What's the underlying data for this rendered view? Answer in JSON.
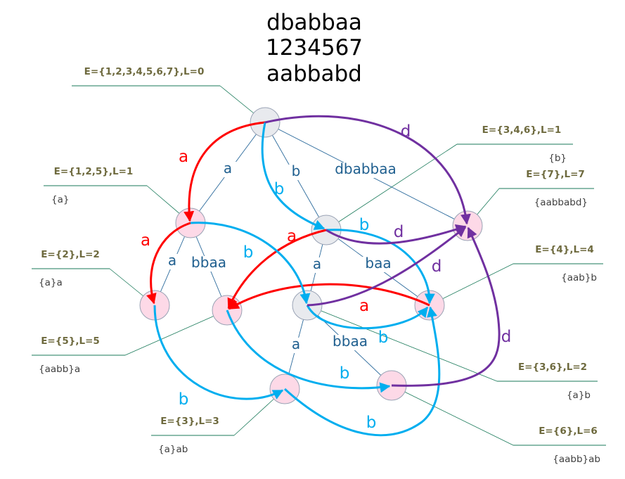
{
  "title": [
    "dbabbaa",
    "1234567",
    "aabbabd"
  ],
  "colors": {
    "a": "#ff0000",
    "b": "#00aeef",
    "d": "#7030a0",
    "tree": "#2b6a9c",
    "leader": "#1a7a5a",
    "node_gray": "#e8eaee",
    "node_pink": "#fdd9e7"
  },
  "nodes": [
    {
      "id": "n0",
      "kind": "gray",
      "label": "E={1,2,3,4,5,6,7},L=0",
      "sub": ""
    },
    {
      "id": "n1",
      "kind": "pink",
      "label": "E={1,2,5},L=1",
      "sub": "{a}"
    },
    {
      "id": "n2",
      "kind": "pink",
      "label": "E={2},L=2",
      "sub": "{a}a"
    },
    {
      "id": "n3",
      "kind": "gray",
      "label": "E={3,4,6},L=1",
      "sub": "{b}"
    },
    {
      "id": "n4",
      "kind": "pink",
      "label": "E={4},L=4",
      "sub": "{aab}b"
    },
    {
      "id": "n5",
      "kind": "pink",
      "label": "E={5},L=5",
      "sub": "{aabb}a"
    },
    {
      "id": "n6",
      "kind": "gray",
      "label": "E={3,6},L=2",
      "sub": "{a}b"
    },
    {
      "id": "n7",
      "kind": "pink",
      "label": "E={7},L=7",
      "sub": "{aabbabd}"
    },
    {
      "id": "n8",
      "kind": "pink",
      "label": "E={3},L=3",
      "sub": "{a}ab"
    },
    {
      "id": "n9",
      "kind": "pink",
      "label": "E={6},L=6",
      "sub": "{aabb}ab"
    }
  ],
  "tree_edges": [
    {
      "from": "n0",
      "to": "n1",
      "label": "a"
    },
    {
      "from": "n0",
      "to": "n3",
      "label": "b"
    },
    {
      "from": "n0",
      "to": "n7",
      "label": "dbabbaa"
    },
    {
      "from": "n1",
      "to": "n2",
      "label": "a"
    },
    {
      "from": "n1",
      "to": "n5",
      "label": "bbaa"
    },
    {
      "from": "n3",
      "to": "n6",
      "label": "a"
    },
    {
      "from": "n3",
      "to": "n4",
      "label": "baa"
    },
    {
      "from": "n6",
      "to": "n8",
      "label": "a"
    },
    {
      "from": "n6",
      "to": "n9",
      "label": "bbaa"
    }
  ],
  "transitions": [
    {
      "from": "n0",
      "to": "n1",
      "char": "a"
    },
    {
      "from": "n1",
      "to": "n2",
      "char": "a"
    },
    {
      "from": "n3",
      "to": "n5",
      "char": "a"
    },
    {
      "from": "n4",
      "to": "n5",
      "char": "a"
    },
    {
      "from": "n0",
      "to": "n3",
      "char": "b"
    },
    {
      "from": "n1",
      "to": "n6",
      "char": "b"
    },
    {
      "from": "n3",
      "to": "n4",
      "char": "b"
    },
    {
      "from": "n6",
      "to": "n4",
      "char": "b"
    },
    {
      "from": "n5",
      "to": "n9",
      "char": "b"
    },
    {
      "from": "n2",
      "to": "n8",
      "char": "b"
    },
    {
      "from": "n8",
      "to": "n4",
      "char": "b"
    },
    {
      "from": "n0",
      "to": "n7",
      "char": "d"
    },
    {
      "from": "n3",
      "to": "n7",
      "char": "d"
    },
    {
      "from": "n6",
      "to": "n7",
      "char": "d"
    },
    {
      "from": "n9",
      "to": "n7",
      "char": "d"
    }
  ]
}
